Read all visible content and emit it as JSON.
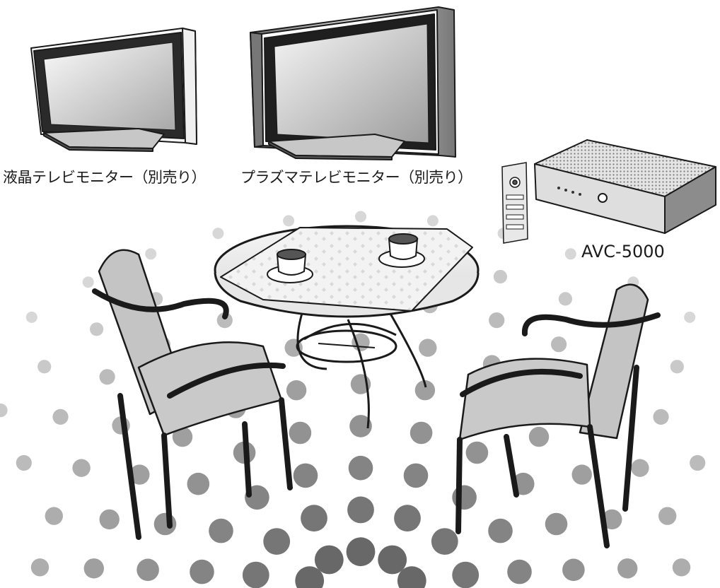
{
  "labels": {
    "lcd_monitor": "液晶テレビモニター（別売り）",
    "plasma_monitor": "プラズマテレビモニター（別売り）",
    "model": "AVC-5000"
  },
  "colors": {
    "line": "#1a1a1a",
    "screen_light": "#f2f2f2",
    "screen_dark": "#9a9a9a",
    "cushion": "#c8c8c8",
    "dot_light": "#d4d4d4",
    "dot_dark": "#555555"
  }
}
